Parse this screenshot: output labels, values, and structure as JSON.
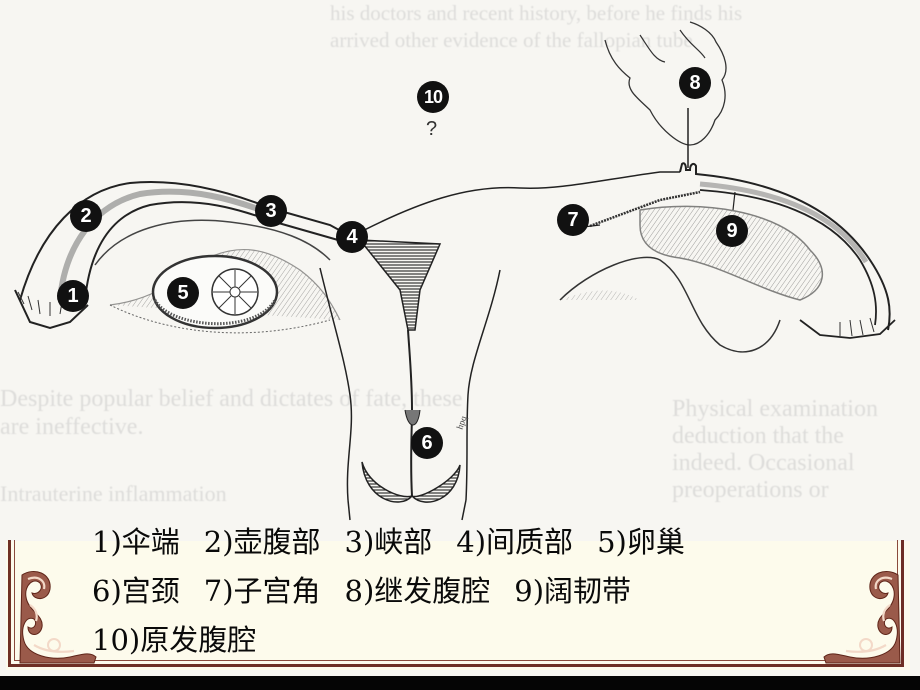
{
  "slide": {
    "background_color": "#f7f6f2",
    "caption_background": "#fdfbec",
    "frame_color": "#6e2f24"
  },
  "ghost_text": {
    "top_left_lines": [
      "his doctors and recent history, before he finds his",
      "arrived other evidence of the fallopian tube"
    ],
    "mid_left_lines": [
      "Despite popular belief and dictates of fate, these",
      "are ineffective."
    ],
    "lower_left_lines": [
      "Intrauterine inflammation"
    ],
    "right_lines": [
      "Physical examination",
      "deduction that the",
      "indeed. Occasional",
      "preoperations or"
    ]
  },
  "labels": [
    {
      "id": "1",
      "text": "1"
    },
    {
      "id": "2",
      "text": "2"
    },
    {
      "id": "3",
      "text": "3"
    },
    {
      "id": "4",
      "text": "4"
    },
    {
      "id": "5",
      "text": "5"
    },
    {
      "id": "6",
      "text": "6"
    },
    {
      "id": "7",
      "text": "7"
    },
    {
      "id": "8",
      "text": "8"
    },
    {
      "id": "9",
      "text": "9"
    },
    {
      "id": "10",
      "text": "10"
    }
  ],
  "question_mark": "?",
  "legend": {
    "lines": [
      [
        "1)伞端",
        "2)壶腹部",
        "3)峡部",
        "4)间质部",
        "5)卵巢"
      ],
      [
        "6)宫颈",
        "7)子宫角",
        "8)继发腹腔",
        "9)阔韧带"
      ],
      [
        "10)原发腹腔"
      ]
    ]
  }
}
